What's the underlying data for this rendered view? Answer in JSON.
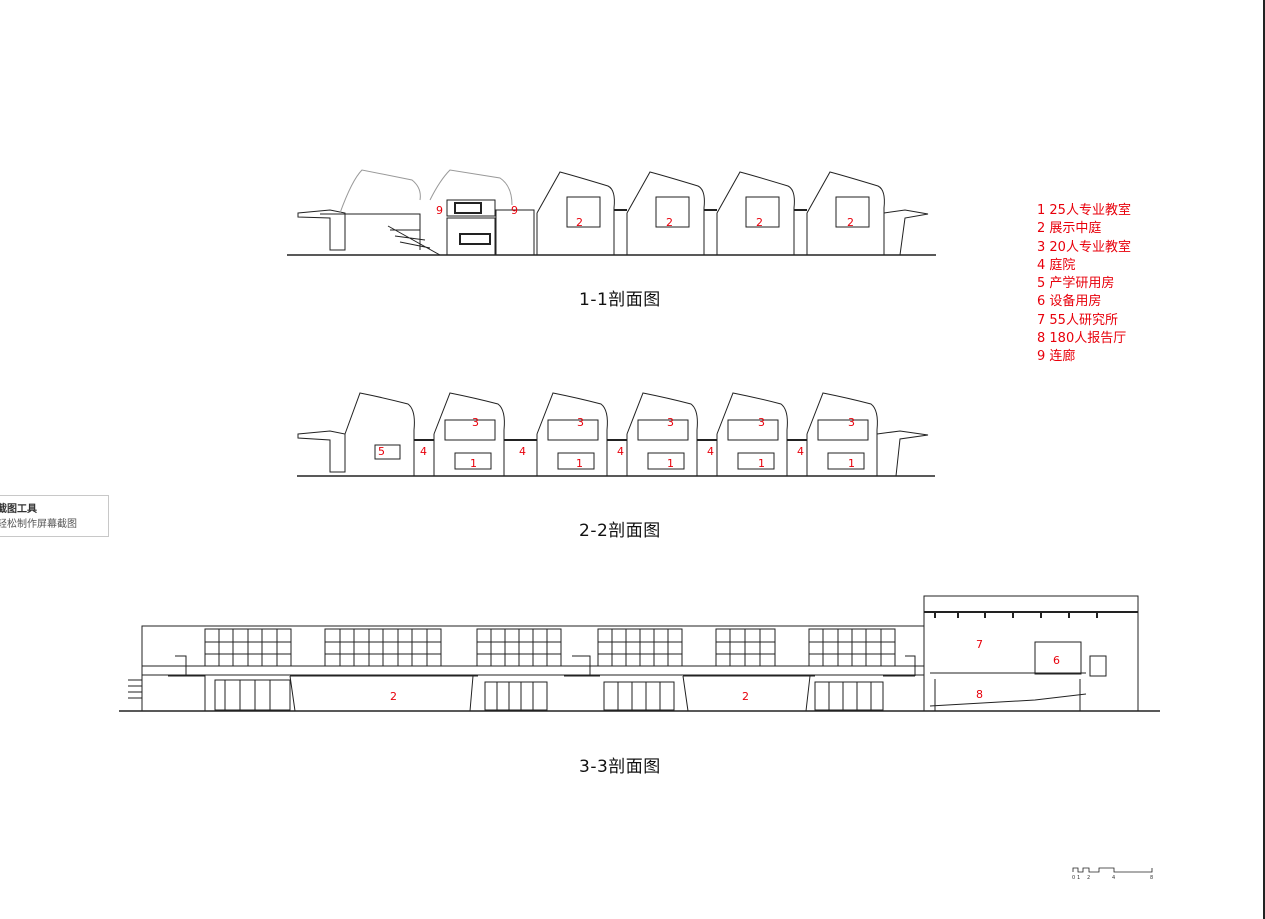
{
  "sections": [
    {
      "title": "1-1剖面图",
      "labels": [
        "9",
        "9",
        "2",
        "2",
        "2",
        "2"
      ]
    },
    {
      "title": "2-2剖面图",
      "labels": [
        "5",
        "4",
        "4",
        "4",
        "4",
        "4",
        "3",
        "3",
        "3",
        "3",
        "3",
        "1",
        "1",
        "1",
        "1",
        "1"
      ]
    },
    {
      "title": "3-3剖面图",
      "labels": [
        "2",
        "2",
        "7",
        "6",
        "8"
      ]
    }
  ],
  "legend": [
    "1  25人专业教室",
    "2  展示中庭",
    "3  20人专业教室",
    "4  庭院",
    "5  产学研用房",
    "6  设备用房",
    "7  55人研究所",
    "8  180人报告厅",
    "9  连廊"
  ],
  "tooltip": {
    "line1": "截图工具",
    "line2": "轻松制作屏幕截图"
  },
  "scale_bar": {
    "ticks": [
      "0",
      "1",
      "2",
      "4",
      "8"
    ]
  },
  "colors": {
    "label": "#e8000b",
    "line": "#222222"
  }
}
